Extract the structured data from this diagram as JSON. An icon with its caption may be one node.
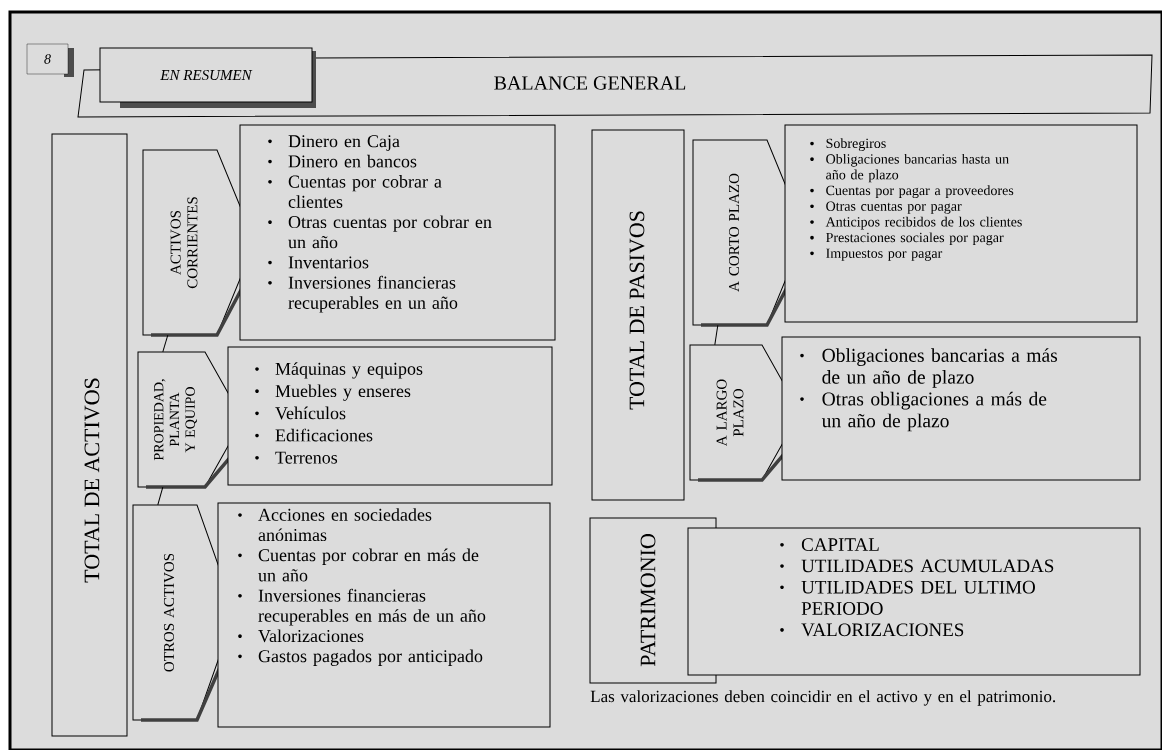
{
  "diagram": {
    "title": "BALANCE GENERAL",
    "caption": "Las valorizaciones deben coincidir en el activo y en el patrimonio.",
    "nodes": [
      {
        "text": [
          "8"
        ]
      },
      {
        "text": [
          "EN RESUMEN"
        ]
      },
      {
        "text": [
          "TOTAL DE ACTIVOS"
        ]
      },
      {
        "text": [
          "ACTIVOS CORRIENTES"
        ]
      },
      {
        "text": [
          "Dinero en Caja",
          "Dinero en bancos",
          "Cuentas por cobrar a clientes",
          "Otras cuentas por cobrar en un año",
          "Inventarios",
          "Inversiones financieras recuperables en un año"
        ]
      },
      {
        "text": [
          "PROPIEDAD, PLANTA Y EQUIPO"
        ]
      },
      {
        "text": [
          "Máquinas y equipos",
          "Muebles y enseres",
          "Vehículos",
          "Edificaciones",
          "Terrenos"
        ]
      },
      {
        "text": [
          "OTROS ACTIVOS"
        ]
      },
      {
        "text": [
          "Acciones en sociedades anónimas",
          "Cuentas por cobrar en más de un año",
          "Inversiones financieras recuperables en más de un año",
          "Valorizaciones",
          "Gastos pagados por anticipado"
        ]
      },
      {
        "text": [
          "TOTAL DE PASIVOS"
        ]
      },
      {
        "text": [
          "A CORTO PLAZO"
        ]
      },
      {
        "text": [
          "Sobregiros",
          "Obligaciones bancarias hasta un año de plazo",
          "Cuentas por pagar a proveedores",
          "Otras cuentas por pagar",
          "Anticipos recibidos de los clientes",
          "Prestaciones sociales por pagar",
          "Impuestos por pagar"
        ]
      },
      {
        "text": [
          "A LARGO PLAZO"
        ]
      },
      {
        "text": [
          "Obligaciones bancarias a más de un año de plazo",
          "Otras obligaciones a más de un año de plazo"
        ]
      },
      {
        "text": [
          "PATRIMONIO"
        ]
      },
      {
        "text": [
          "CAPITAL",
          "UTILIDADES ACUMULADAS",
          "UTILIDADES DEL ULTIMO PERIODO",
          "VALORIZACIONES"
        ]
      }
    ],
    "edges": [
      {
        "from": 3,
        "to": 5,
        "arrow": "none"
      },
      {
        "from": 5,
        "to": 7,
        "arrow": "none"
      },
      {
        "from": 10,
        "to": 12,
        "arrow": "none"
      }
    ]
  }
}
